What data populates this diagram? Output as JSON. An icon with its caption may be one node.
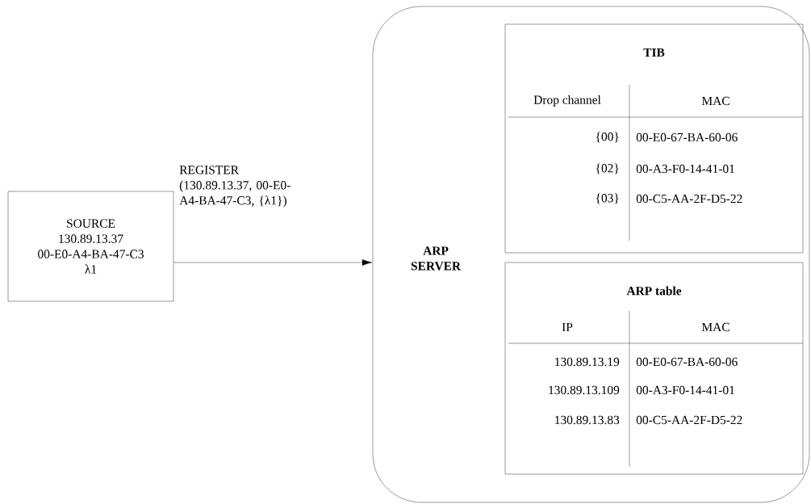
{
  "diagram": {
    "nodes": [
      {
        "text": [
          "SOURCE",
          "130.89.13.37",
          "00-E0-A4-BA-47-C3",
          "λ1"
        ]
      },
      {
        "text": [
          "ARP SERVER"
        ]
      },
      {
        "text": [
          "TIB"
        ],
        "in": 1
      },
      {
        "text": [
          "ARP table"
        ],
        "in": 1
      }
    ],
    "edges": [
      {
        "from": 0,
        "to": 1,
        "arrow": "to",
        "label": "REGISTER (130.89.13.37, 00-E0-A4-BA-47-C3, {λ1})"
      }
    ],
    "labels": [
      "Drop channel",
      "MAC",
      "{00}",
      "00-E0-67-BA-60-06",
      "{02}",
      "00-A3-F0-14-41-01",
      "{03}",
      "00-C5-AA-2F-D5-22",
      "IP",
      "MAC",
      "130.89.13.19",
      "00-E0-67-BA-60-06",
      "130.89.13.109",
      "00-A3-F0-14-41-01",
      "130.89.13.83",
      "00-C5-AA-2F-D5-22"
    ]
  }
}
